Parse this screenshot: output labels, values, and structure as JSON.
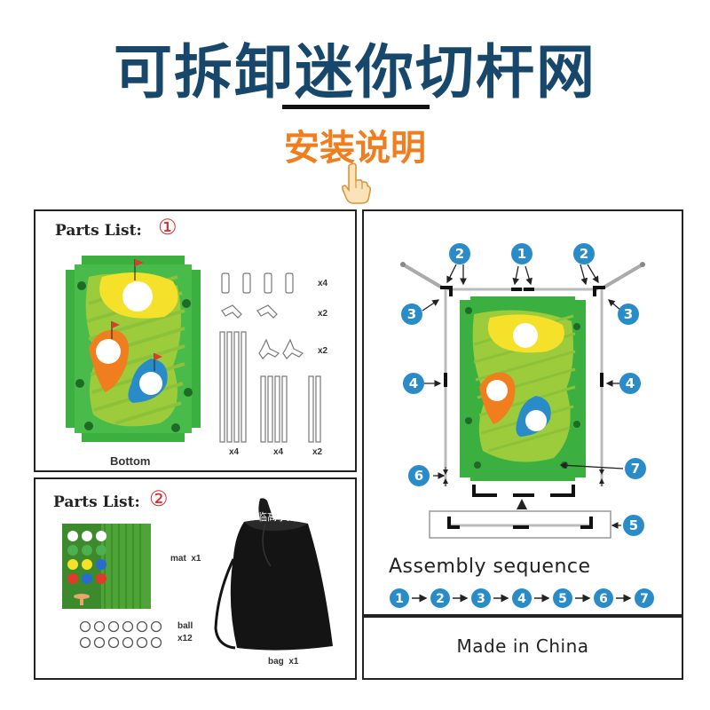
{
  "header": {
    "title": "可拆卸迷你切杆网",
    "subtitle": "安装说明",
    "pointer_icon": "pointing-hand-icon"
  },
  "parts_list_1": {
    "title": "Parts List:",
    "number": "①",
    "board_caption": "Bottom",
    "qty_short_tubes": "x4",
    "qty_elbows": "x2",
    "qty_three_way": "x2",
    "qty_long_a": "x4",
    "qty_long_b": "x4",
    "qty_long_c": "x2"
  },
  "parts_list_2": {
    "title": "Parts List:",
    "number": "②",
    "mat_label": "mat  x1",
    "ball_label": "ball",
    "ball_qty": "x12",
    "bag_label": "bag  x1",
    "bag_watermark": "临高尔夫"
  },
  "assembly": {
    "title": "Assembly sequence",
    "steps": [
      "1",
      "2",
      "3",
      "4",
      "5",
      "6",
      "7"
    ],
    "diagram_labels": [
      "1",
      "2",
      "2",
      "3",
      "3",
      "4",
      "4",
      "5",
      "6",
      "7"
    ]
  },
  "footer": {
    "made_in": "Made in China"
  },
  "colors": {
    "title_blue": "#17476b",
    "subtitle_orange": "#f07d1e",
    "badge_blue": "#2a8bc9",
    "field_green": "#3bb041",
    "red_number": "#d42a2a"
  }
}
